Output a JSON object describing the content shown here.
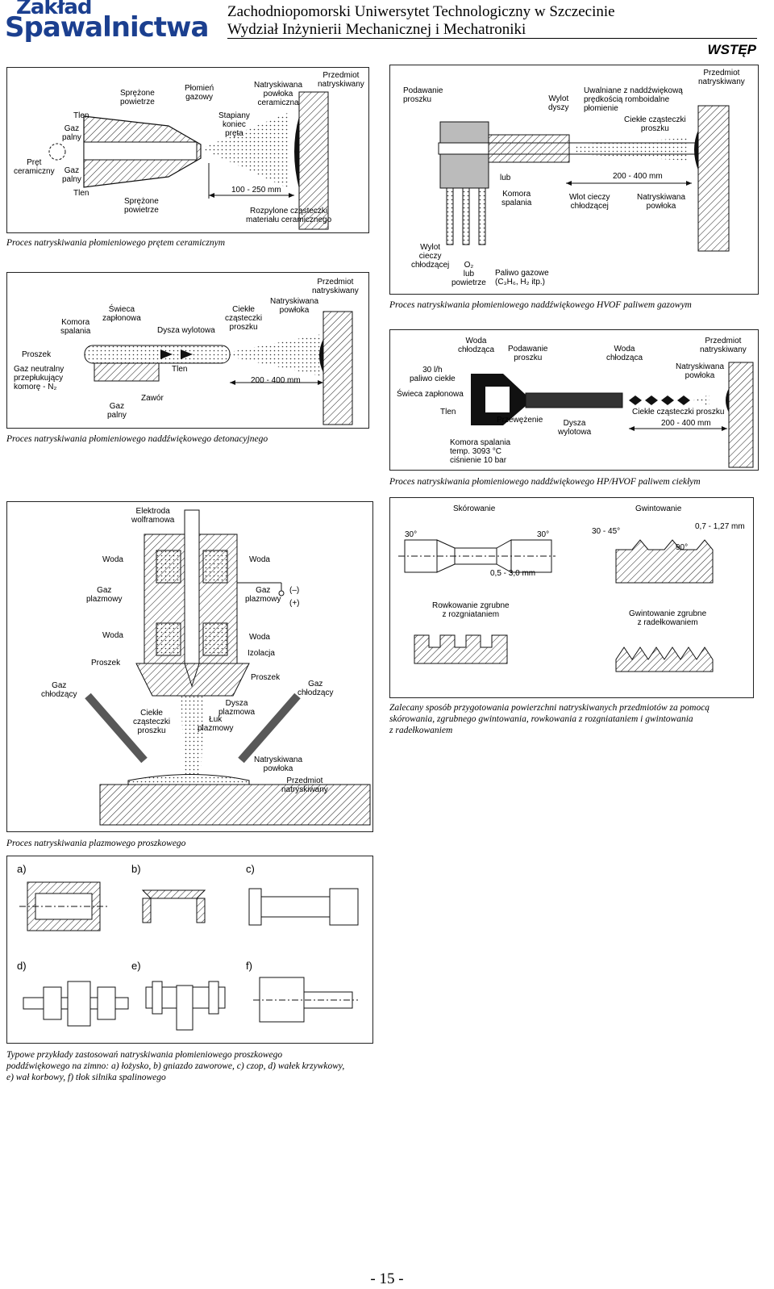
{
  "header": {
    "logo_line1": "Zakład",
    "logo_line2": "Spawalnictwa",
    "university": "Zachodniopomorski Uniwersytet Technologiczny w Szczecinie",
    "faculty": "Wydział Inżynierii Mechanicznej i Mechatroniki",
    "section": "WSTĘP"
  },
  "fig1": {
    "caption": "Proces natryskiwania płomieniowego prętem ceramicznym",
    "labels": {
      "sprezone_top": "Sprężone\npowietrze",
      "plomien": "Płomień\ngazowy",
      "natryskiwana": "Natryskiwana\npowłoka\nceramiczna",
      "przedmiot": "Przedmiot\nnatryskiwany",
      "tlen_top": "Tlen",
      "gaz_top": "Gaz\npalny",
      "stapiany": "Stapiany\nkoniec\npręta",
      "pret": "Pręt\nceramiczny",
      "gaz_bot": "Gaz\npalny",
      "tlen_bot": "Tlen",
      "sprezone_bot": "Sprężone\npowietrze",
      "dim": "100 - 250 mm",
      "rozpylone": "Rozpylone cząsteczki\nmateriału ceramicznego"
    }
  },
  "fig2": {
    "caption": "Proces natryskiwania płomieniowego naddźwiękowego HVOF paliwem gazowym",
    "labels": {
      "podawanie": "Podawanie\nproszku",
      "wylot_dyszy": "Wylot\ndyszy",
      "uwalniane": "Uwalniane z naddźwiękową\nprędkością romboidalne\npłomienie",
      "przedmiot": "Przedmiot\nnatryskiwany",
      "ciekle": "Ciekłe cząsteczki\nproszku",
      "lub": "lub",
      "komora": "Komora\nspalania",
      "dim": "200 - 400 mm",
      "wlot": "Wlot cieczy\nchłodzącej",
      "natryskiwana": "Natryskiwana\npowłoka",
      "wylot_cieczy": "Wylot\ncieczy\nchłodzącej",
      "o2": "O₂\nlub\npowietrze",
      "paliwo": "Paliwo gazowe\n(C₃H₆, H₂ itp.)"
    }
  },
  "fig3": {
    "caption": "Proces natryskiwania płomieniowego naddźwiękowego detonacyjnego",
    "labels": {
      "przedmiot": "Przedmiot\nnatryskiwany",
      "swieca": "Świeca\nzapłonowa",
      "komora": "Komora\nspalania",
      "ciekle": "Ciekłe\ncząsteczki\nproszku",
      "natryskiwana": "Natryskiwana\npowłoka",
      "dysza": "Dysza wylotowa",
      "proszek": "Proszek",
      "gaz_neutralny": "Gaz neutralny\nprzepłukujący\nkomorę - N₂",
      "tlen": "Tlen",
      "zawor": "Zawór",
      "gaz_palny": "Gaz\npalny",
      "dim": "200 - 400 mm"
    }
  },
  "fig4": {
    "caption": "Proces natryskiwania płomieniowego naddźwiękowego HP/HVOF paliwem ciekłym",
    "labels": {
      "woda1": "Woda\nchłodząca",
      "podawanie": "Podawanie\nproszku",
      "woda2": "Woda\nchłodząca",
      "przedmiot": "Przedmiot\nnatryskiwany",
      "paliwo": "30 l/h\npaliwo ciekłe",
      "natryskiwana": "Natryskiwana\npowłoka",
      "swieca": "Świeca zapłonowa",
      "tlen": "Tlen",
      "przewezenie": "Przewężenie",
      "dysza": "Dysza\nwylotowa",
      "ciekle": "Ciekłe cząsteczki proszku",
      "dim": "200 - 400 mm",
      "komora": "Komora spalania\ntemp. 3093 °C\nciśnienie 10 bar"
    }
  },
  "fig5": {
    "caption": "Proces natryskiwania plazmowego proszkowego",
    "labels": {
      "elektroda": "Elektroda\nwolframowa",
      "woda_l1": "Woda",
      "woda_r1": "Woda",
      "gaz_plazmowy_l": "Gaz\nplazmowy",
      "gaz_plazmowy_r": "Gaz\nplazmowy",
      "minus": "(–)",
      "plus": "(+)",
      "woda_l2": "Woda",
      "woda_r2": "Woda",
      "izolacja": "Izolacja",
      "proszek_l": "Proszek",
      "proszek_r": "Proszek",
      "gaz_chl_l": "Gaz\nchłodzący",
      "gaz_chl_r": "Gaz\nchłodzący",
      "dysza": "Dysza\nplazmowa",
      "ciekle": "Ciekłe\ncząsteczki\nproszku",
      "luk": "Łuk\nplazmowy",
      "natryskiwana": "Natryskiwana\npowłoka",
      "przedmiot": "Przedmiot\nnatryskiwany"
    }
  },
  "fig6": {
    "caption": "Zalecany sposób przygotowania powierzchni natryskiwanych przedmiotów za pomocą\nskórowania, zgrubnego gwintowania, rowkowania z rozgniataniem i gwintowania\nz radełkowaniem",
    "labels": {
      "skorowanie": "Skórowanie",
      "gwintowanie": "Gwintowanie",
      "a30l": "30°",
      "a30r": "30°",
      "dim05": "0,5 - 3,0 mm",
      "a3045": "30 - 45°",
      "dim07": "0,7 - 1,27 mm",
      "a90": "90°",
      "rowkowanie": "Rowkowanie zgrubne\nz rozgniataniem",
      "gwint_zgrubne": "Gwintowanie zgrubne\nz radełkowaniem"
    }
  },
  "fig7": {
    "caption": "Typowe przykłady zastosowań natryskiwania płomieniowego proszkowego\npoddźwiękowego na zimno: a) łożysko, b) gniazdo zaworowe, c) czop, d) wałek krzywkowy,\ne) wał korbowy, f) tłok silnika spalinowego",
    "letters": [
      "a)",
      "b)",
      "c)",
      "d)",
      "e)",
      "f)"
    ]
  },
  "page_number": "- 15 -"
}
